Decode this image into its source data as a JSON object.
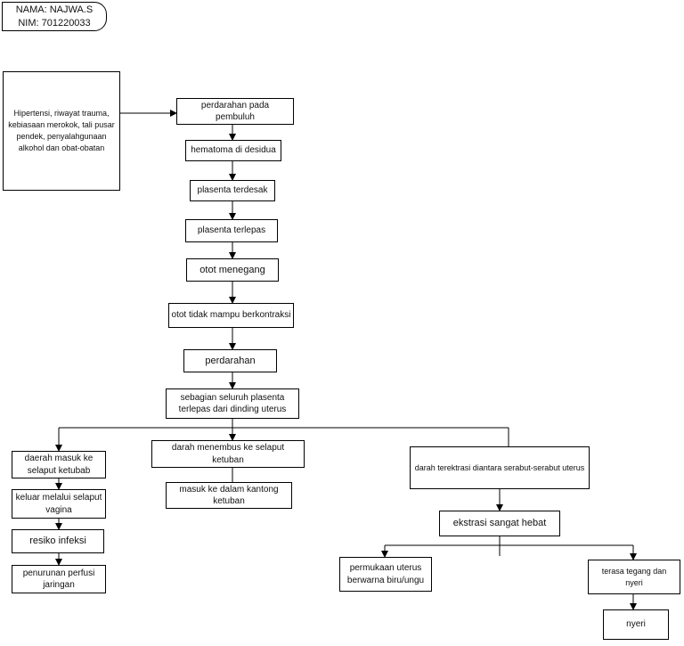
{
  "student": {
    "name": "NAMA: NAJWA.S",
    "nim": "NIM: 701220033"
  },
  "diagram": {
    "causes": "Hipertensi, riwayat trauma, kebiasaan merokok, tali pusar pendek, penyalahgunaan alkohol dan obat-obatan",
    "main_chain": [
      "perdarahan pada pembuluh",
      "hematoma di desidua",
      "plasenta terdesak",
      "plasenta terlepas",
      "otot menegang",
      "otot tidak mampu berkontraksi",
      "perdarahan",
      "sebagian seluruh plasenta terlepas dari dinding uterus"
    ],
    "left_branch": [
      "daerah masuk ke selaput ketubab",
      "keluar melalui selaput vagina",
      "resiko infeksi",
      "penurunan perfusi jaringan"
    ],
    "middle_branch": [
      "darah menembus ke selaput ketuban",
      "masuk ke dalam kantong ketuban"
    ],
    "right_branch": {
      "extravasation": "darah terektrasi diantara serabut-serabut uterus",
      "severe": "ekstrasi sangat hebat",
      "surface": "permukaan uterus berwarna biru/ungu",
      "tense": "terasa tegang dan nyeri",
      "pain": "nyeri"
    }
  }
}
